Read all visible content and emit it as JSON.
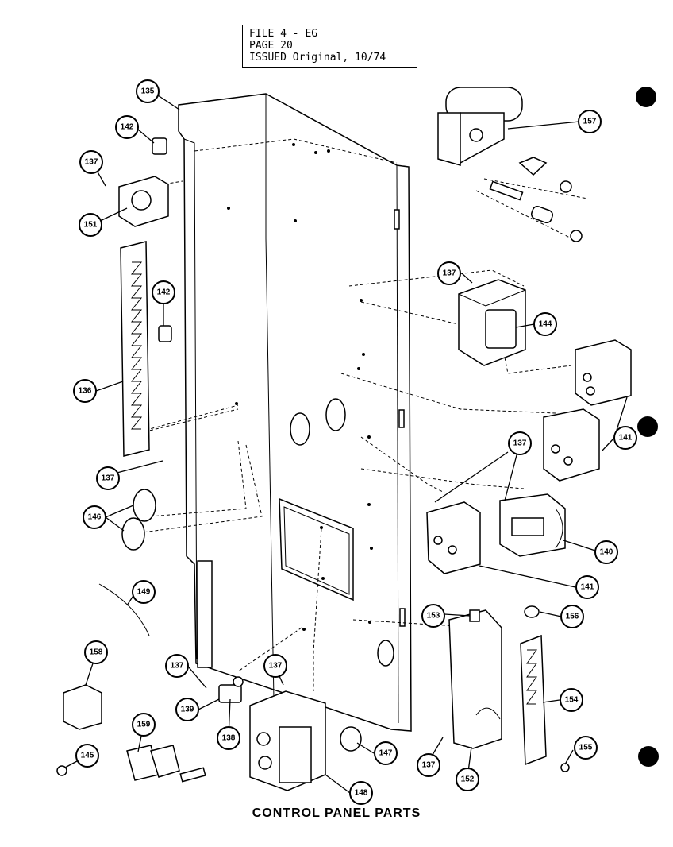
{
  "header": {
    "file_line": "FILE   4 - EG",
    "page_line": "PAGE   20",
    "issued_line": "ISSUED Original, 10/74"
  },
  "caption": "CONTROL PANEL PARTS",
  "callouts": {
    "c135": "135",
    "c142a": "142",
    "c137a": "137",
    "c151": "151",
    "c157": "157",
    "c137b": "137",
    "c144": "144",
    "c142b": "142",
    "c136": "136",
    "c141a": "141",
    "c137c": "137",
    "c137d": "137",
    "c146": "146",
    "c141b": "141",
    "c140": "140",
    "c149": "149",
    "c153": "153",
    "c156": "156",
    "c158": "158",
    "c137e": "137",
    "c137f": "137",
    "c139": "139",
    "c138": "138",
    "c154": "154",
    "c147": "147",
    "c137g": "137",
    "c152": "152",
    "c155": "155",
    "c159": "159",
    "c145": "145",
    "c148": "148"
  }
}
